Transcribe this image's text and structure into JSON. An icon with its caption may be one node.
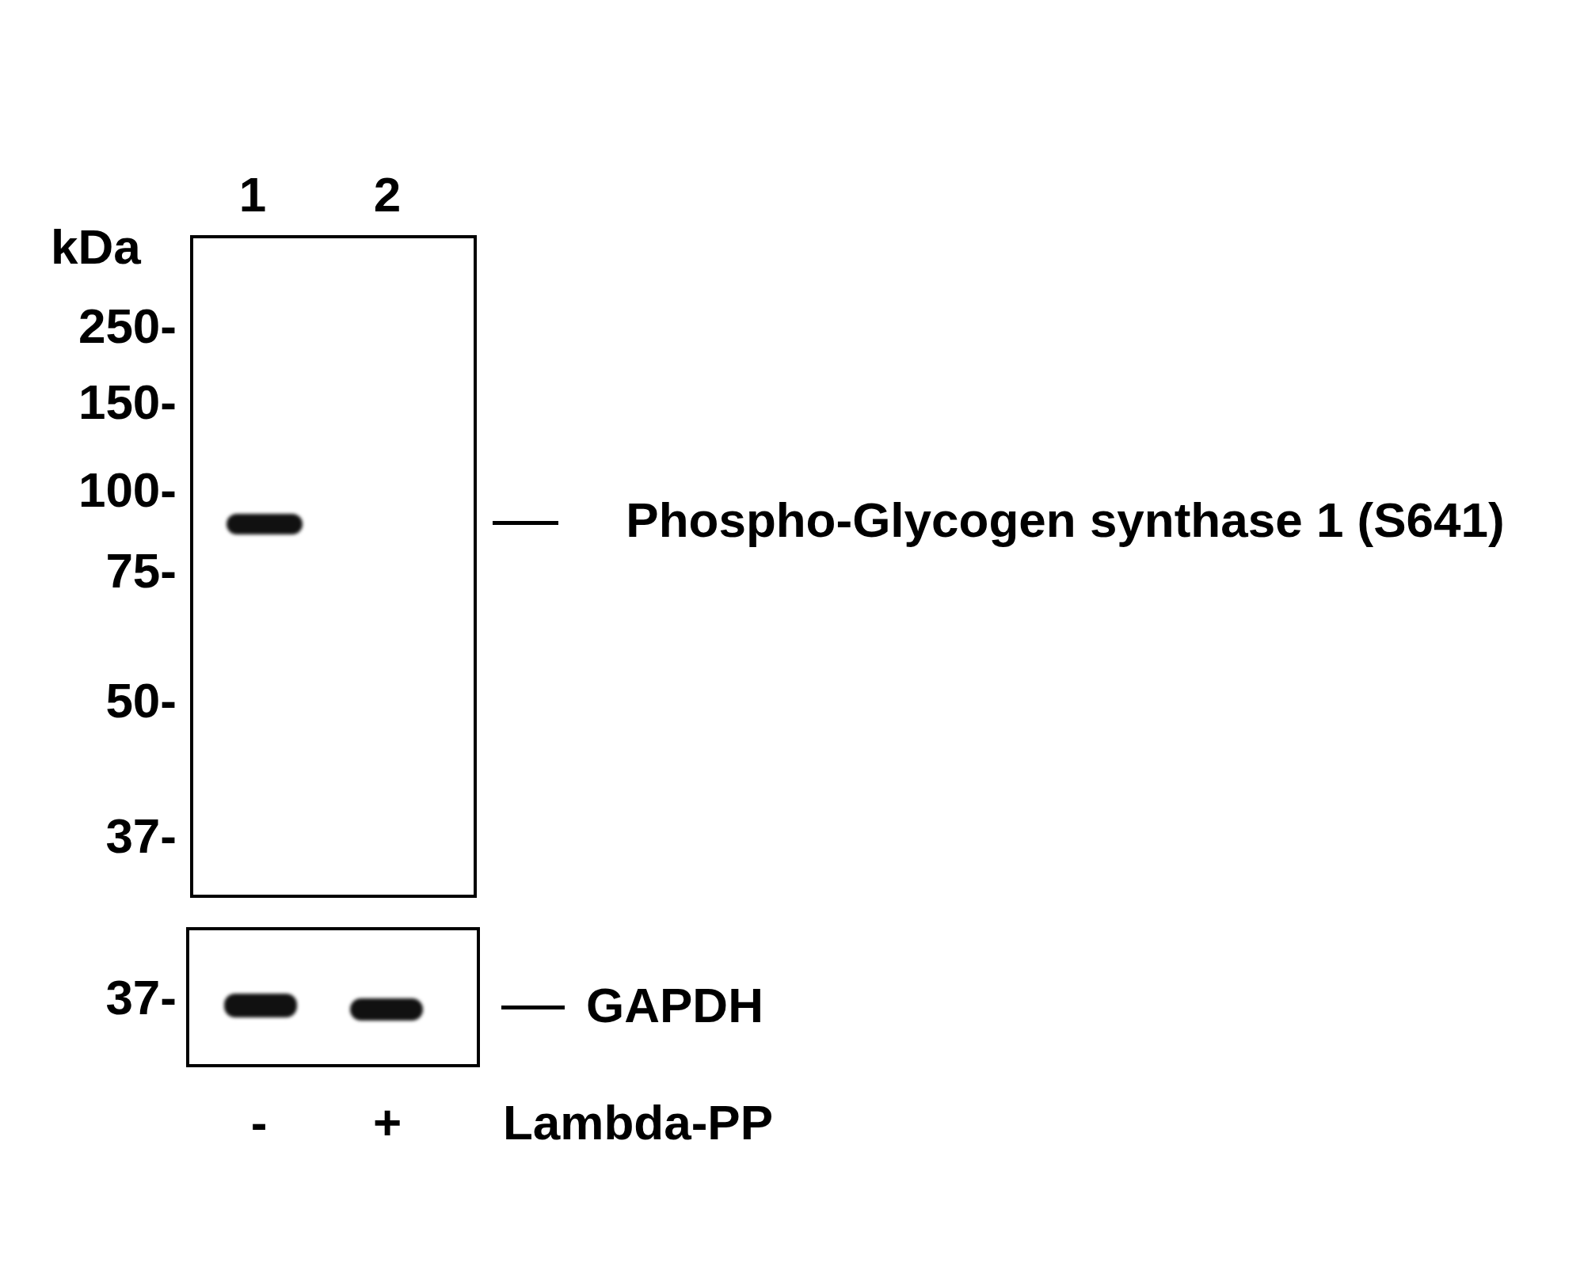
{
  "diagram": {
    "nodes": [
      {
        "text": [],
        "shape": "box"
      },
      {
        "text": [],
        "shape": "bar",
        "in": 0
      },
      {
        "text": [],
        "shape": "box"
      },
      {
        "text": [],
        "shape": "bar",
        "in": 2
      },
      {
        "text": [],
        "shape": "bar",
        "in": 2
      }
    ],
    "labels": [
      "1",
      "2",
      "kDa",
      "250-",
      "150-",
      "100-",
      "Phospho-Glycogen synthase 1 (S641)",
      "75-",
      "50-",
      "37-",
      "37-",
      "GAPDH",
      "-",
      "+",
      "Lambda-PP"
    ]
  }
}
